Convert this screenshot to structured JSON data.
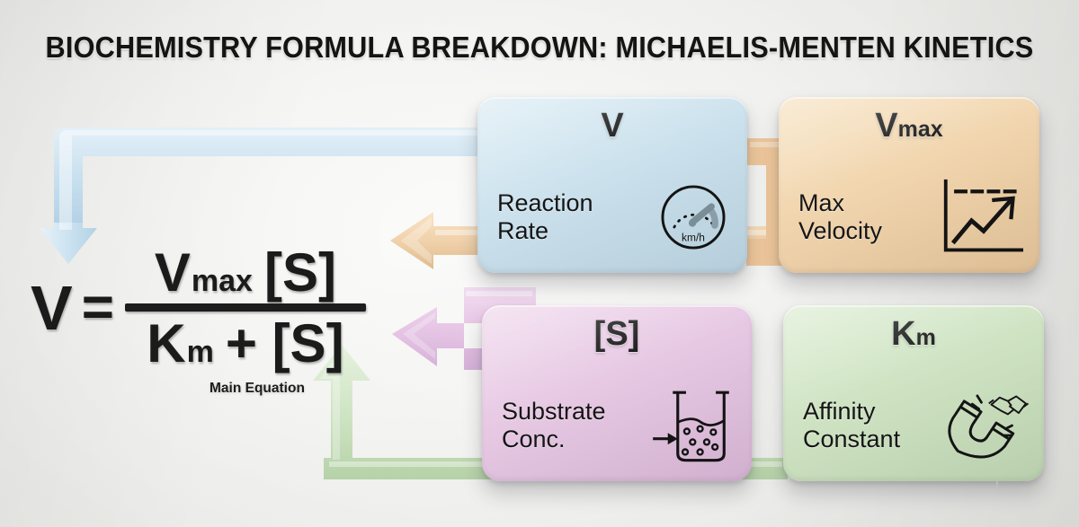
{
  "title": "BIOCHEMISTRY FORMULA BREAKDOWN: MICHAELIS-MENTEN KINETICS",
  "equation": {
    "lhs": "V",
    "operator": "=",
    "numerator_main": "V",
    "numerator_sub": "max",
    "numerator_tail": "[S]",
    "denominator_main": "K",
    "denominator_sub": "m",
    "denominator_tail": "+ [S]",
    "caption": "Main Equation"
  },
  "cards": [
    {
      "id": "v",
      "symbol": "V",
      "symbol_sub": "",
      "label": "Reaction\nRate",
      "icon": "speedometer-icon",
      "icon_text": "km/h",
      "color": "#c9e0ec",
      "connector_color": "#b9d6e8"
    },
    {
      "id": "vmax",
      "symbol": "V",
      "symbol_sub": "max",
      "label": "Max\nVelocity",
      "icon": "trending-up-chart-icon",
      "icon_text": "",
      "color": "#f0d3ab",
      "connector_color": "#eccb9e"
    },
    {
      "id": "s",
      "symbol": "[S]",
      "symbol_sub": "",
      "label": "Substrate\nConc.",
      "icon": "beaker-particles-icon",
      "icon_text": "",
      "color": "#e5c6e2",
      "connector_color": "#dfb8de"
    },
    {
      "id": "km",
      "symbol": "K",
      "symbol_sub": "m",
      "label": "Affinity\nConstant",
      "icon": "magnet-handshake-icon",
      "icon_text": "",
      "color": "#cde2c1",
      "connector_color": "#c6e0b8"
    }
  ],
  "background": "#ededea",
  "decoration": "sparkle-icon"
}
